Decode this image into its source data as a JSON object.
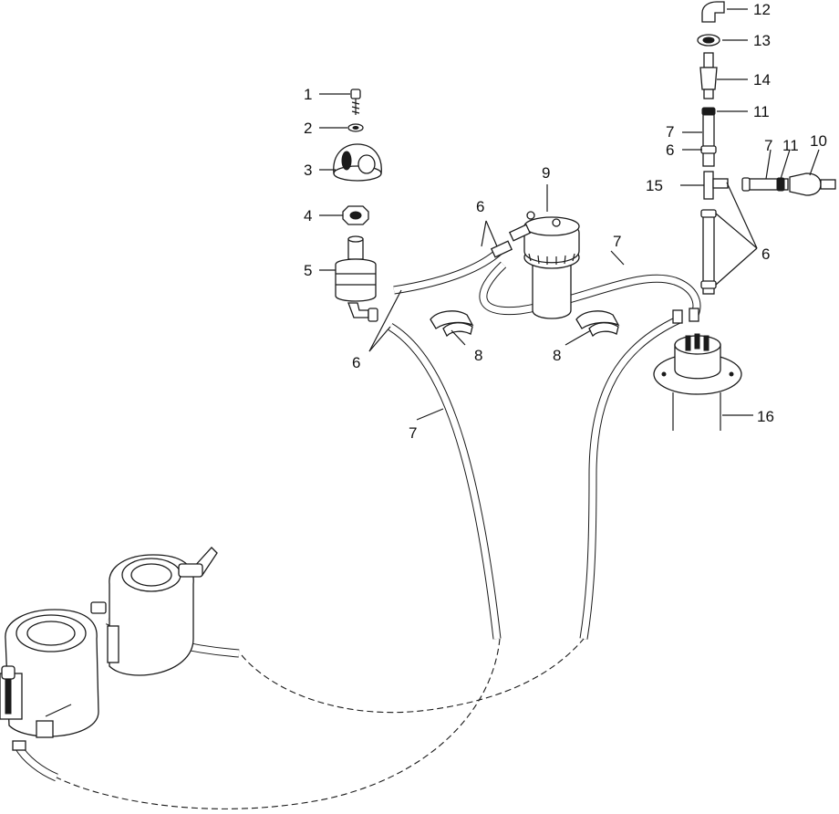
{
  "callouts": {
    "c1": "1",
    "c2": "2",
    "c3": "3",
    "c4": "4",
    "c5": "5",
    "c6a": "6",
    "c6b": "6",
    "c6c": "6",
    "c6d": "6",
    "c7a": "7",
    "c7b": "7",
    "c7c": "7",
    "c7d": "7",
    "c8a": "8",
    "c8b": "8",
    "c9": "9",
    "c10": "10",
    "c11a": "11",
    "c11b": "11",
    "c12": "12",
    "c13": "13",
    "c14": "14",
    "c15": "15",
    "c16": "16"
  }
}
